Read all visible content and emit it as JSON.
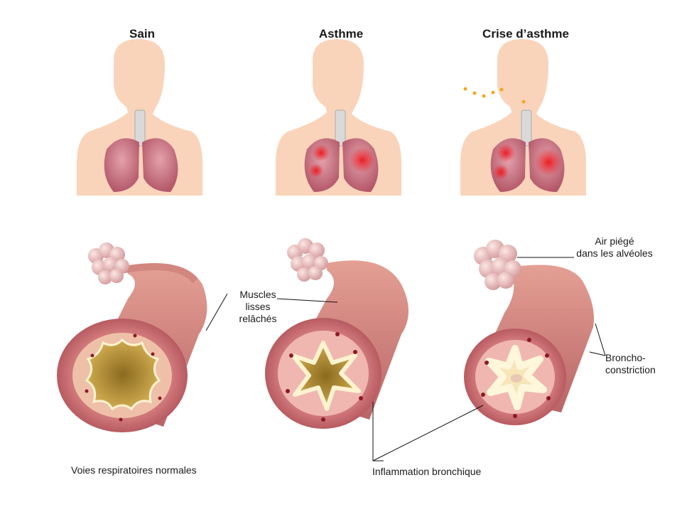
{
  "panels": [
    {
      "title": "Sain"
    },
    {
      "title": "Asthme"
    },
    {
      "title": "Crise d’asthme"
    }
  ],
  "labels": {
    "muscles": {
      "line1": "Muscles lisses",
      "line2": "relâchés"
    },
    "air": {
      "line1": "Air piégé",
      "line2": "dans les alvéoles"
    },
    "broncho": {
      "line1": "Broncho-",
      "line2": "constriction"
    },
    "normal": "Voies respiratoires normales",
    "inflammation": "Inflammation bronchique"
  },
  "colors": {
    "skin": "#f8d3b8",
    "lung": "#c96b78",
    "inflamed": "#e8202a",
    "bronchus": "#c77a78",
    "lumen": "#c9a24a"
  }
}
